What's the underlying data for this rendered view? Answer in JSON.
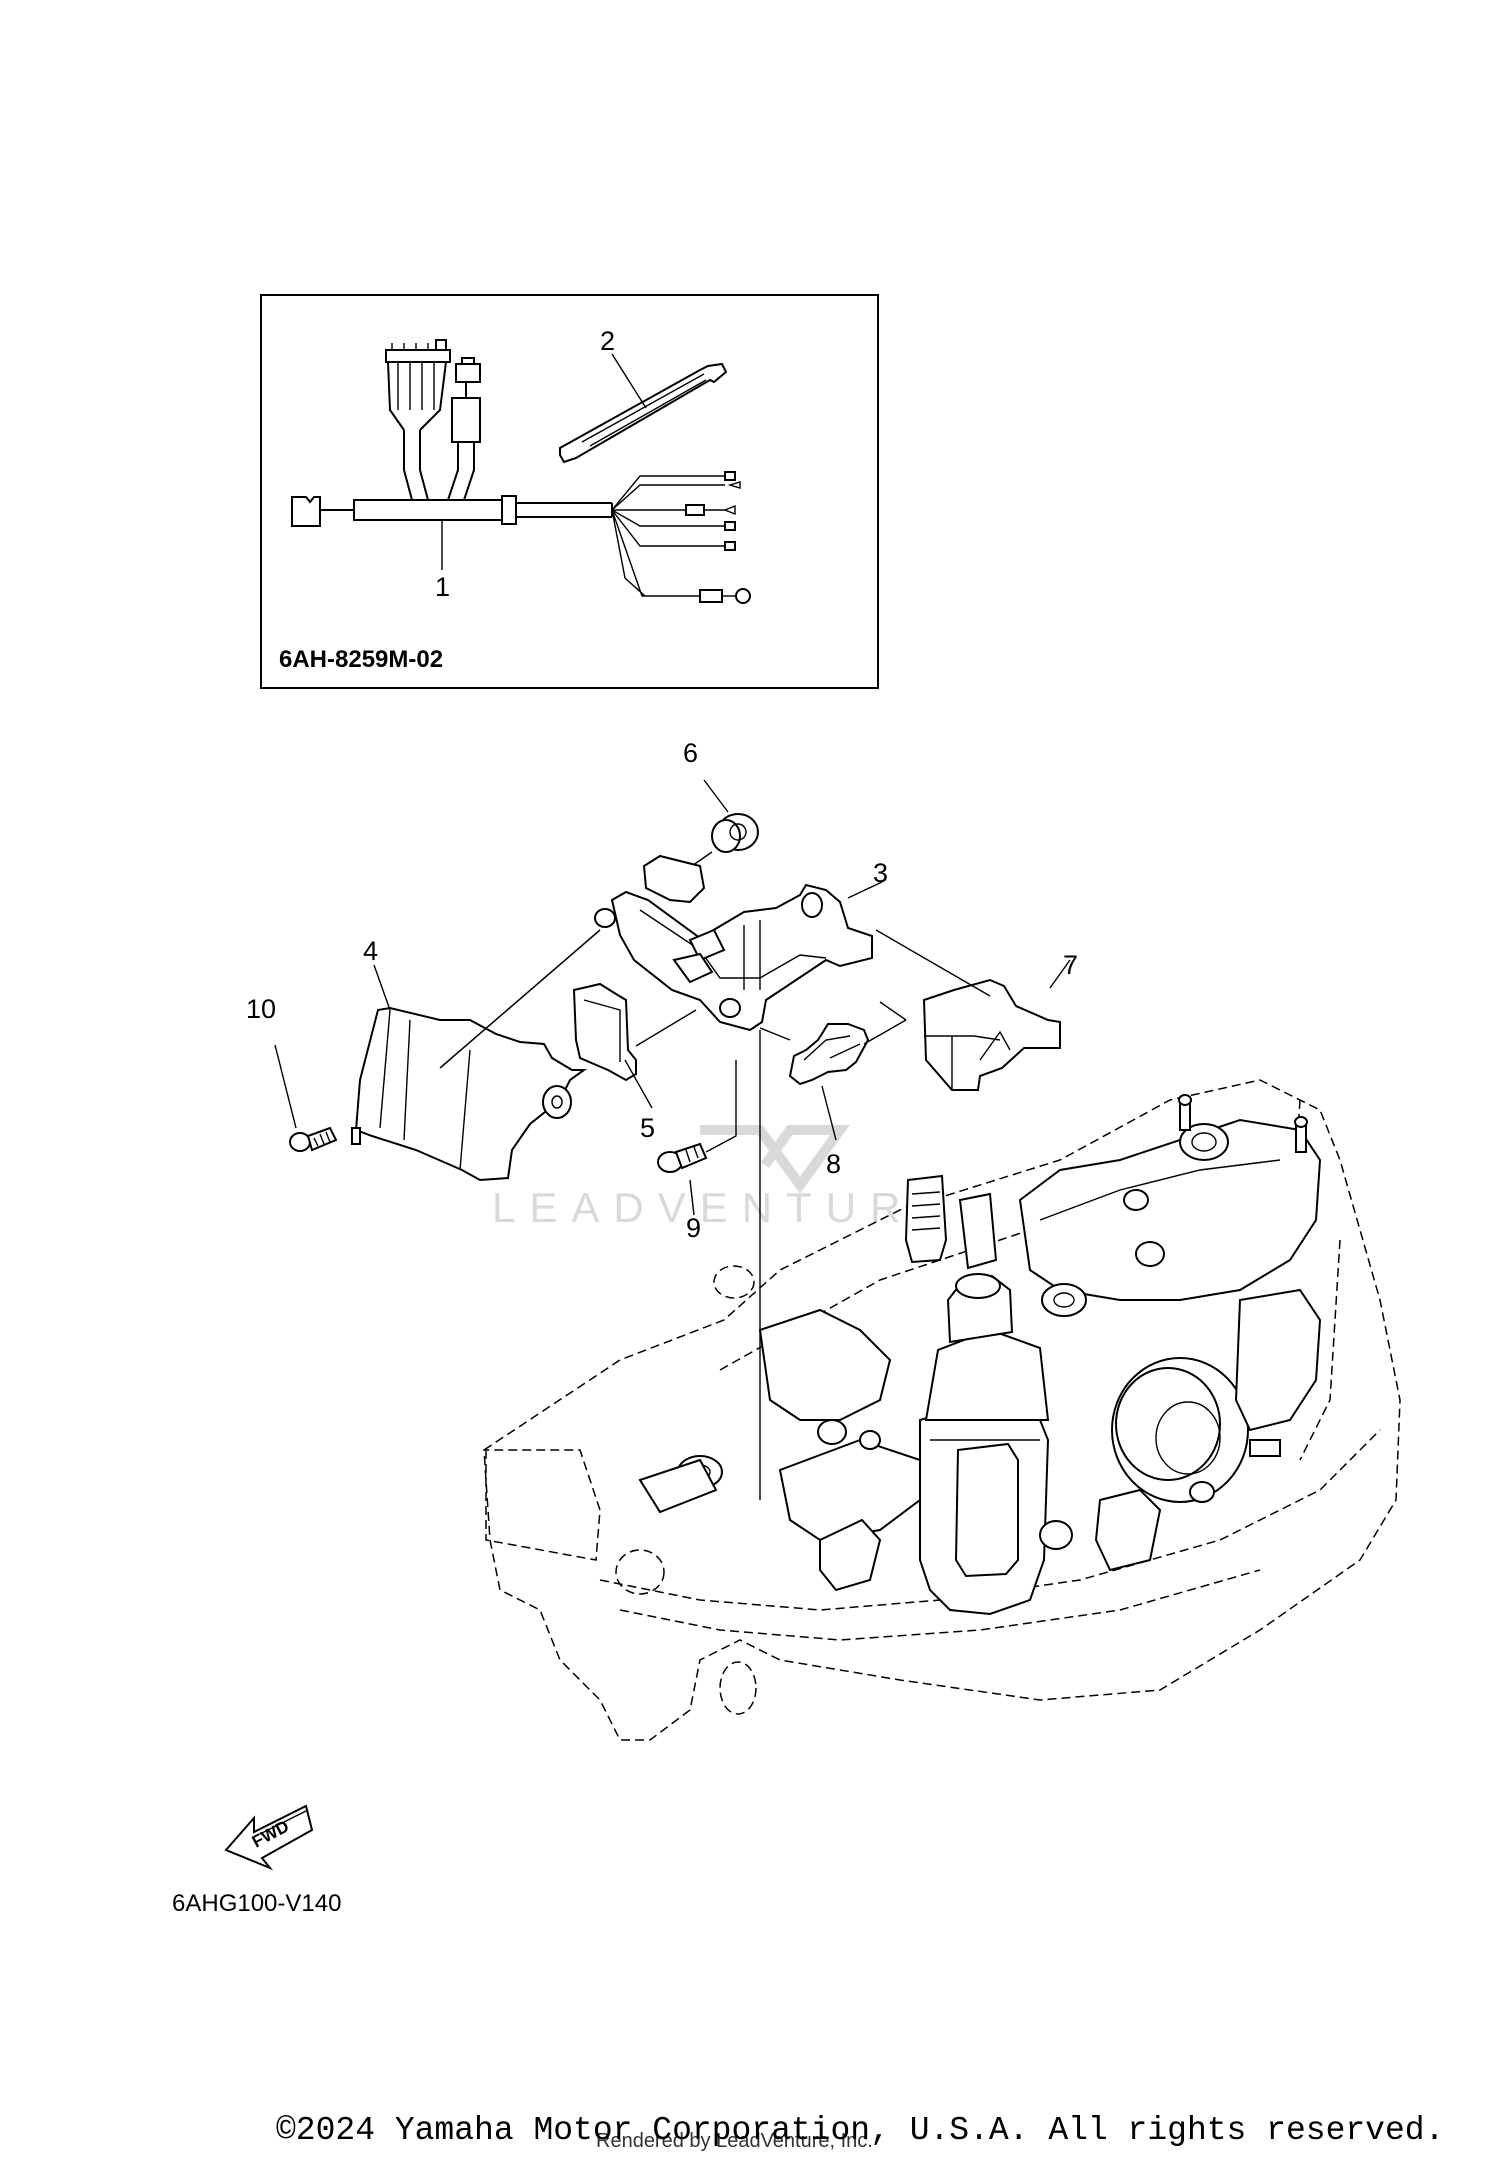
{
  "inset": {
    "part_code": "6AH-8259M-02"
  },
  "callouts": [
    "1",
    "2",
    "3",
    "4",
    "5",
    "6",
    "7",
    "8",
    "9",
    "10"
  ],
  "diagram_code": "6AHG100-V140",
  "fwd_label": "FWD",
  "watermark": "LEADVENTURE",
  "copyright": "©2024 Yamaha Motor Corporation, U.S.A. All rights reserved.",
  "rendered_by": "Rendered by LeadVenture, Inc."
}
